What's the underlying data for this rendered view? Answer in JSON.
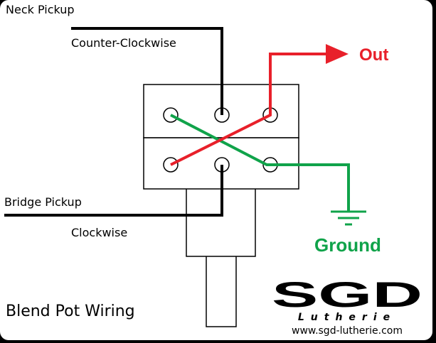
{
  "labels": {
    "neck_pickup": "Neck Pickup",
    "counter_clockwise": "Counter-Clockwise",
    "bridge_pickup": "Bridge Pickup",
    "clockwise": "Clockwise",
    "out": "Out",
    "ground": "Ground",
    "title": "Blend Pot Wiring"
  },
  "logo": {
    "letters": "SGD",
    "sub": "Lutherie",
    "url": "www.sgd-lutherie.com"
  },
  "colors": {
    "background": "#ffffff",
    "frame": "#000000",
    "wire_black": "#000000",
    "wire_red": "#e8202a",
    "wire_green": "#10a34a",
    "out_text": "#e8202a",
    "ground_text": "#10a34a"
  }
}
